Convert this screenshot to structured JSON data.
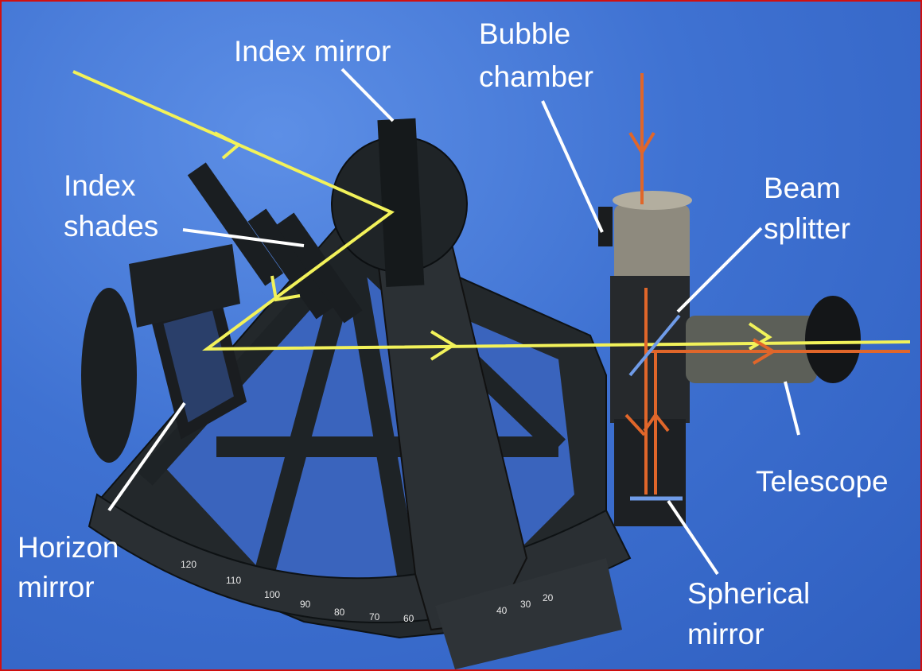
{
  "labels": {
    "index_mirror": "Index mirror",
    "bubble_chamber_1": "Bubble",
    "bubble_chamber_2": "chamber",
    "index_shades_1": "Index",
    "index_shades_2": "shades",
    "beam_splitter_1": "Beam",
    "beam_splitter_2": "splitter",
    "telescope": "Telescope",
    "horizon_mirror_1": "Horizon",
    "horizon_mirror_2": "mirror",
    "spherical_mirror_1": "Spherical",
    "spherical_mirror_2": "mirror"
  },
  "scale": {
    "arc_ticks": [
      "120",
      "110",
      "100",
      "90",
      "80",
      "70",
      "60"
    ],
    "micrometer_ticks": [
      "40",
      "30",
      "20"
    ]
  },
  "colors": {
    "light_ray": "#f2f25a",
    "bubble_ray": "#e0662a",
    "optic_element": "#6f9be8",
    "pointer": "#ffffff",
    "frame": "#cc1111"
  }
}
